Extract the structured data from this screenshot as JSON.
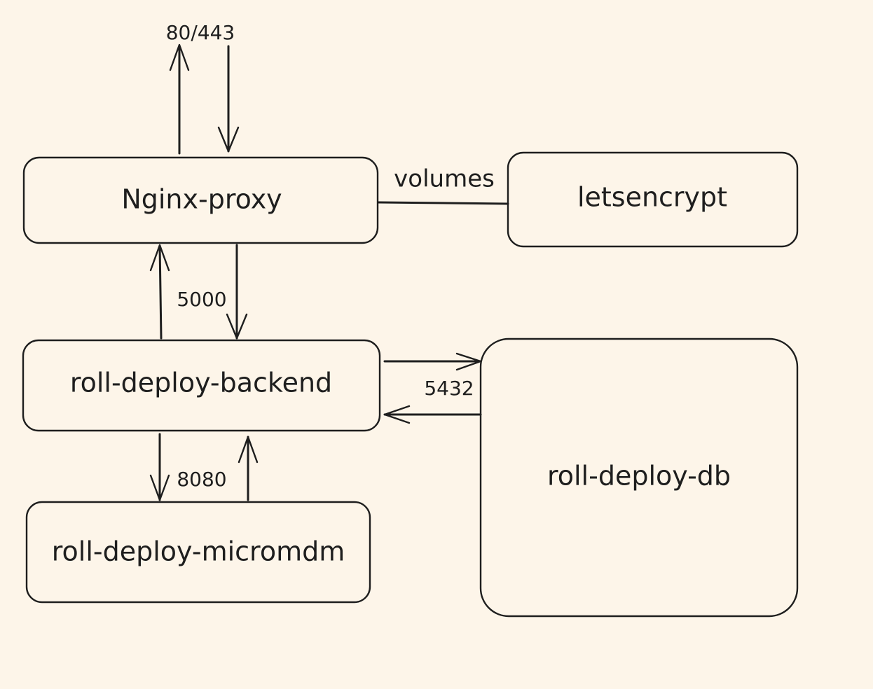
{
  "background_color": "#fdf5e9",
  "stroke_color": "#1e1e1e",
  "nodes": {
    "nginx_proxy": "Nginx-proxy",
    "letsencrypt": "letsencrypt",
    "backend": "roll-deploy-backend",
    "micromdm": "roll-deploy-micromdm",
    "db": "roll-deploy-db"
  },
  "edges": {
    "external_ports": "80/443",
    "volumes": "volumes",
    "backend_port": "5000",
    "db_port": "5432",
    "micromdm_port": "8080"
  }
}
